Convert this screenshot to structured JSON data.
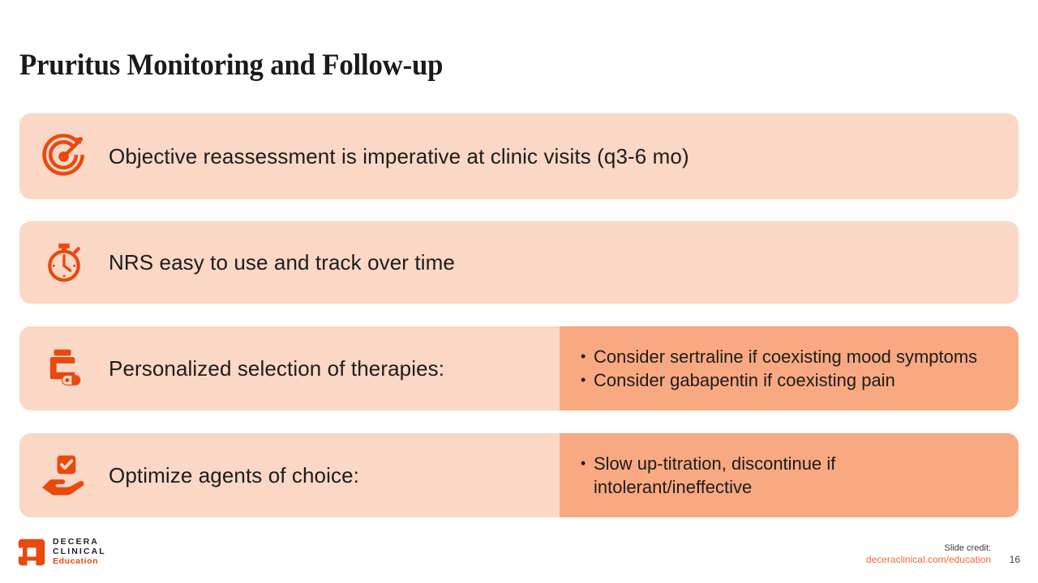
{
  "slide": {
    "title": "Pruritus Monitoring and Follow-up",
    "page_number": "16",
    "accent_color": "#e8490f",
    "card_color": "#fbd7c6",
    "panel_color": "#f9a982",
    "text_color": "#1c1c1c"
  },
  "rows": [
    {
      "icon": "target-arrow-icon",
      "label": "Objective reassessment is imperative at clinic visits (q3-6 mo)",
      "bullets": []
    },
    {
      "icon": "stopwatch-icon",
      "label": "NRS easy to use and track over time",
      "bullets": []
    },
    {
      "icon": "pill-bottle-icon",
      "label": "Personalized selection of therapies:",
      "bullets": [
        "Consider sertraline if coexisting mood symptoms",
        "Consider gabapentin if coexisting pain"
      ]
    },
    {
      "icon": "hand-check-icon",
      "label": "Optimize agents of choice:",
      "bullets": [
        "Slow up-titration, discontinue if intolerant/ineffective"
      ]
    }
  ],
  "footer": {
    "logo": {
      "mark": "decera-logo-mark",
      "line1": "DECERA",
      "line2": "CLINICAL",
      "line3": "Education"
    },
    "credit_label": "Slide credit:",
    "credit_url": "deceraclinical.com/education"
  }
}
